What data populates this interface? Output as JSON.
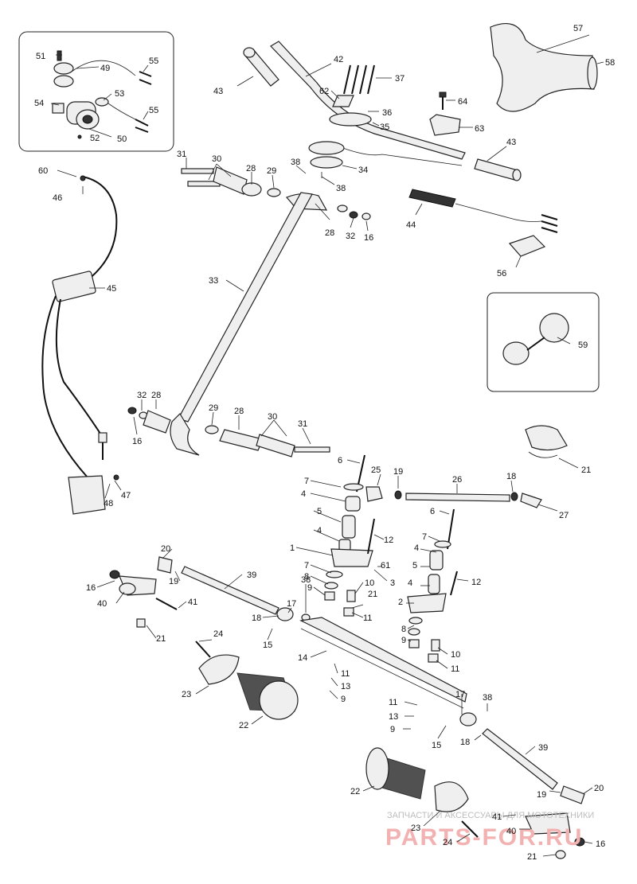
{
  "labels": {
    "n1": "1",
    "n2": "2",
    "n3": "3",
    "n4": "4",
    "n5": "5",
    "n6": "6",
    "n7": "7",
    "n8": "8",
    "n9": "9",
    "n10": "10",
    "n11": "11",
    "n12": "12",
    "n13": "13",
    "n14": "14",
    "n15": "15",
    "n16": "16",
    "n17": "17",
    "n18": "18",
    "n19": "19",
    "n20": "20",
    "n21": "21",
    "n22": "22",
    "n23": "23",
    "n24": "24",
    "n25": "25",
    "n26": "26",
    "n27": "27",
    "n28": "28",
    "n29": "29",
    "n30": "30",
    "n31": "31",
    "n32": "32",
    "n33": "33",
    "n34": "34",
    "n35": "35",
    "n36": "36",
    "n37": "37",
    "n38": "38",
    "n39": "39",
    "n40": "40",
    "n41": "41",
    "n42": "42",
    "n43": "43",
    "n44": "44",
    "n45": "45",
    "n46": "46",
    "n47": "47",
    "n48": "48",
    "n49": "49",
    "n50": "50",
    "n51": "51",
    "n52": "52",
    "n53": "53",
    "n54": "54",
    "n55": "55",
    "n56": "56",
    "n57": "57",
    "n58": "58",
    "n59": "59",
    "n60": "60",
    "n61": "61",
    "n62": "62",
    "n63": "63",
    "n64": "64"
  },
  "watermark": {
    "tagline": "ЗАПЧАСТИ И АКСЕССУАРЫ ДЛЯ МОТОТЕХНИКИ",
    "brand": "PARTS-FOR.RU"
  },
  "colors": {
    "watermark_red": "#e88a8a",
    "line": "#222222"
  }
}
